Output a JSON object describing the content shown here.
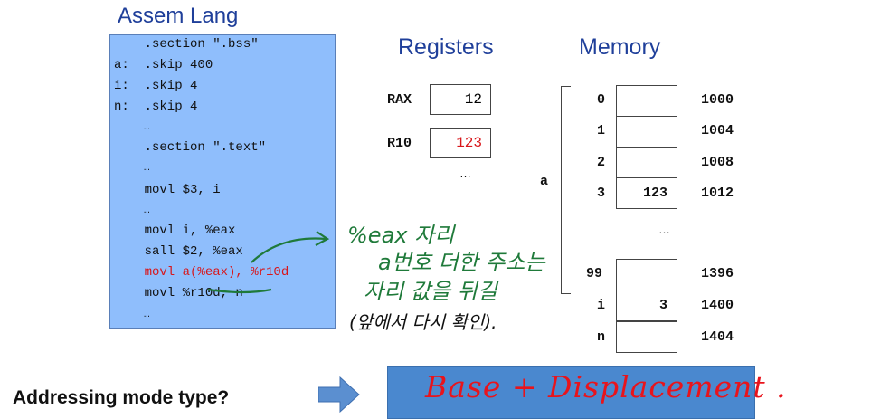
{
  "title": "Assem Lang",
  "code": {
    "lines": [
      "    .section \".bss\"",
      "a:  .skip 400",
      "i:  .skip 4",
      "n:  .skip 4",
      "…",
      "    .section \".text\"",
      "…",
      "    movl $3, i",
      "…",
      "    movl i, %eax",
      "    sall $2, %eax",
      "    movl a(%eax), %r10d",
      "    movl %r10d, n",
      "…"
    ]
  },
  "registers": {
    "heading": "Registers",
    "rows": [
      {
        "name": "RAX",
        "value": "12"
      },
      {
        "name": "R10",
        "value": "123"
      }
    ],
    "ellipsis": "…"
  },
  "memory": {
    "heading": "Memory",
    "array_label": "a",
    "rows_top": [
      {
        "index": "0",
        "value": "",
        "address": "1000"
      },
      {
        "index": "1",
        "value": "",
        "address": "1004"
      },
      {
        "index": "2",
        "value": "",
        "address": "1008"
      },
      {
        "index": "3",
        "value": "123",
        "address": "1012"
      }
    ],
    "ellipsis": "…",
    "rows_bottom": [
      {
        "index": "99",
        "value": "",
        "address": "1396"
      },
      {
        "index": "i",
        "value": "3",
        "address": "1400"
      },
      {
        "index": "n",
        "value": "",
        "address": "1404"
      }
    ]
  },
  "annotation": {
    "line1": "%eax 자리",
    "line2": "a번호 더한 주소는",
    "line3": "자리 값을 뒤길",
    "line4": "(앞에서 다시 확인)."
  },
  "question": "Addressing mode type?",
  "answer": "Base + Displacement .",
  "colors": {
    "code_bg": "#8fbefc",
    "heading": "#1f3f9a",
    "highlight_red": "#d8161a",
    "answer_bg": "#4a88cf",
    "arrow_blue": "#5b8fd0",
    "ink_green": "#1f7a3a"
  }
}
